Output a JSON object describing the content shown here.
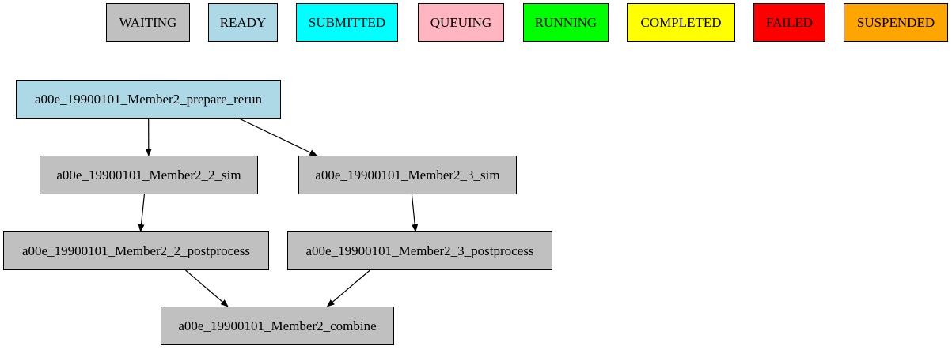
{
  "legend": [
    {
      "id": "legend-waiting",
      "label": "WAITING",
      "color": "#c0c0c0"
    },
    {
      "id": "legend-ready",
      "label": "READY",
      "color": "#add8e6"
    },
    {
      "id": "legend-submitted",
      "label": "SUBMITTED",
      "color": "#00ffff"
    },
    {
      "id": "legend-queuing",
      "label": "QUEUING",
      "color": "#ffb6c1"
    },
    {
      "id": "legend-running",
      "label": "RUNNING",
      "color": "#00ff00"
    },
    {
      "id": "legend-completed",
      "label": "COMPLETED",
      "color": "#ffff00"
    },
    {
      "id": "legend-failed",
      "label": "FAILED",
      "color": "#ff0000"
    },
    {
      "id": "legend-suspended",
      "label": "SUSPENDED",
      "color": "#ffa500"
    }
  ],
  "nodes": {
    "prepare": {
      "label": "a00e_19900101_Member2_prepare_rerun",
      "status": "READY"
    },
    "sim2": {
      "label": "a00e_19900101_Member2_2_sim",
      "status": "WAITING"
    },
    "sim3": {
      "label": "a00e_19900101_Member2_3_sim",
      "status": "WAITING"
    },
    "post2": {
      "label": "a00e_19900101_Member2_2_postprocess",
      "status": "WAITING"
    },
    "post3": {
      "label": "a00e_19900101_Member2_3_postprocess",
      "status": "WAITING"
    },
    "combine": {
      "label": "a00e_19900101_Member2_combine",
      "status": "WAITING"
    }
  },
  "edges": [
    {
      "from": "prepare",
      "to": "sim2"
    },
    {
      "from": "prepare",
      "to": "sim3"
    },
    {
      "from": "sim2",
      "to": "post2"
    },
    {
      "from": "sim3",
      "to": "post3"
    },
    {
      "from": "post2",
      "to": "combine"
    },
    {
      "from": "post3",
      "to": "combine"
    }
  ]
}
